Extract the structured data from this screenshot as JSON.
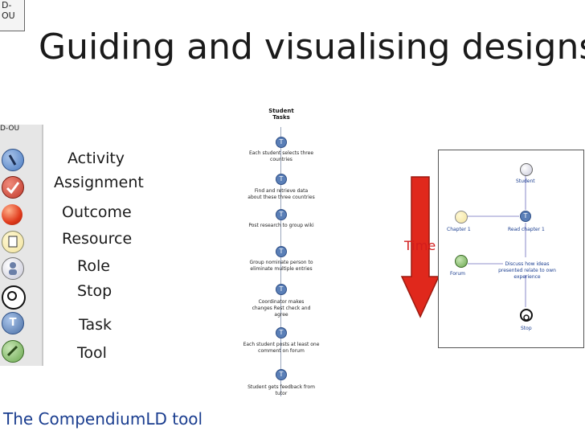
{
  "header": {
    "fragment": "D-OU",
    "title": "Guiding and visualising designs"
  },
  "legend": {
    "items": [
      {
        "label": "Activity",
        "icon": "activity-icon",
        "color": "#4a7bc1"
      },
      {
        "label": "Assignment",
        "icon": "assignment-icon",
        "color": "#c0392b"
      },
      {
        "label": "Outcome",
        "icon": "outcome-icon",
        "color": "#e03a1c"
      },
      {
        "label": "Resource",
        "icon": "resource-icon",
        "color": "#f2e3a0"
      },
      {
        "label": "Role",
        "icon": "role-icon",
        "color": "#c8c8d8"
      },
      {
        "label": "Stop",
        "icon": "stop-icon",
        "color": "#ffffff"
      },
      {
        "label": "Task",
        "icon": "task-icon",
        "color": "#4a6fa5"
      },
      {
        "label": "Tool",
        "icon": "tool-icon",
        "color": "#6aa84f"
      }
    ]
  },
  "sequence": {
    "head_line1": "Student",
    "head_line2": "Tasks",
    "task_icon_glyph": "T",
    "steps": [
      {
        "line1": "Each student selects three",
        "line2": "countries",
        "line3": ""
      },
      {
        "line1": "Find and retrieve data",
        "line2": "about these three countries",
        "line3": ""
      },
      {
        "line1": "Post research to group wiki",
        "line2": "",
        "line3": ""
      },
      {
        "line1": "Group nominate person to",
        "line2": "eliminate multiple entries",
        "line3": ""
      },
      {
        "line1": "Coordinator makes",
        "line2": "changes Rest check and",
        "line3": "agree"
      },
      {
        "line1": "Each student posts at least one",
        "line2": "comment on forum",
        "line3": ""
      },
      {
        "line1": "Student gets feedback from",
        "line2": "tutor",
        "line3": ""
      }
    ]
  },
  "time_label": "Time",
  "diagram": {
    "student": "Student",
    "chapter1": "Chapter 1",
    "read_chapter": "Read chapter 1",
    "forum": "Forum",
    "discuss_line1": "Discuss how ideas",
    "discuss_line2": "presented relate to own",
    "discuss_line3": "experience",
    "stop": "Stop"
  },
  "footer": "The CompendiumLD tool"
}
